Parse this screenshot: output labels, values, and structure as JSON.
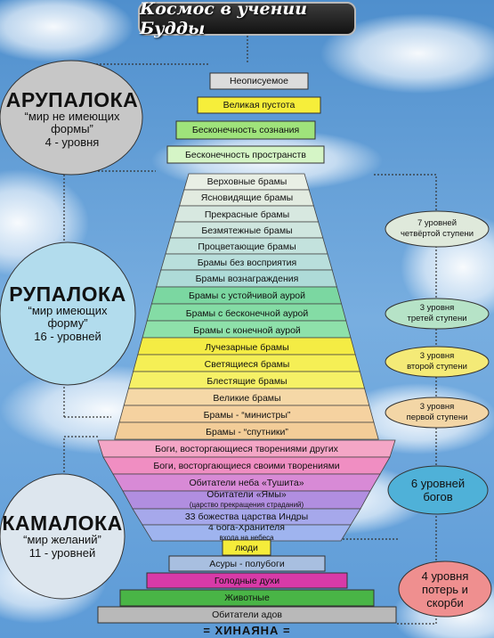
{
  "title": "Космос в учении Будды",
  "arupaloka": {
    "name": "АРУПАЛОКА",
    "subtitle": [
      "“мир не имеющих",
      "формы”"
    ],
    "count": "4 - уровня",
    "levels": [
      "Неописуемое",
      "Великая пустота",
      "Бесконечность сознания",
      "Бесконечность пространств"
    ]
  },
  "rupaloka": {
    "name": "РУПАЛОКА",
    "subtitle": [
      "“мир имеющих",
      "форму”"
    ],
    "count": "16 - уровней",
    "groups": [
      {
        "label": [
          "7 уровней",
          "четвёртой ступени"
        ],
        "levels": [
          "Верховные брамы",
          "Ясновидящие брамы",
          "Прекрасные брамы",
          "Безмятежные брамы",
          "Процветающие брамы",
          "Брамы без восприятия",
          "Брамы вознаграждения"
        ]
      },
      {
        "label": [
          "3 уровня",
          "третей ступени"
        ],
        "levels": [
          "Брамы с устойчивой аурой",
          "Брамы с бесконечной аурой",
          "Брамы с конечной аурой"
        ]
      },
      {
        "label": [
          "3 уровня",
          "второй ступени"
        ],
        "levels": [
          "Лучезарные брамы",
          "Светящиеся брамы",
          "Блестящие брамы"
        ]
      },
      {
        "label": [
          "3 уровня",
          "первой ступени"
        ],
        "levels": [
          "Великие брамы",
          "Брамы - “министры”",
          "Брамы - “спутники”"
        ]
      }
    ]
  },
  "kamaloka": {
    "name": "КАМАЛОКА",
    "subtitle": [
      "“мир желаний”"
    ],
    "count": "11 - уровней",
    "gods_label": [
      "6 уровней",
      "богов"
    ],
    "gods": [
      {
        "text": "Боги, восторгающиеся творениями других"
      },
      {
        "text": "Боги, восторгающиеся своими творениями"
      },
      {
        "text": "Обитатели неба «Тушита»"
      },
      {
        "text": "Обитатели «Ямы»",
        "sub": "(царство прекращения страданий)"
      },
      {
        "text": "33 божества царства Индры"
      },
      {
        "text": "4 бога-Хранителя",
        "sub": "входа на небеса"
      }
    ],
    "people": "люди",
    "loss_label": [
      "4 уровня",
      "потерь и",
      "скорби"
    ],
    "lower": [
      "Асуры - полубоги",
      "Голодные духи",
      "Животные",
      "Обитатели адов"
    ]
  },
  "bottom_label": "= ХИНАЯНА ="
}
